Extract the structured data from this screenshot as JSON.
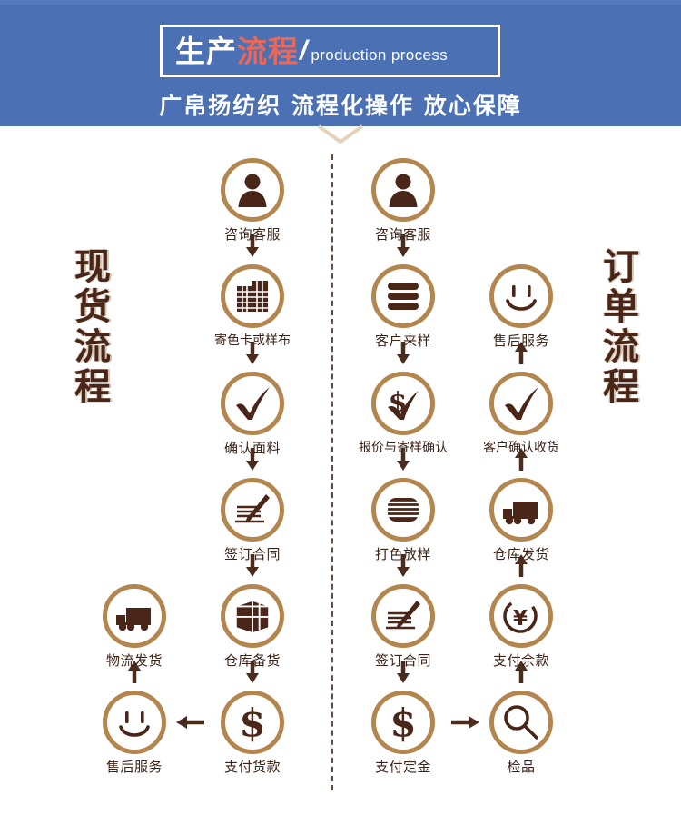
{
  "header": {
    "title_cn_part1": "生产",
    "title_cn_part2": "流程",
    "title_slash": "/",
    "title_en": "production process",
    "subtitle": "广帛扬纺织 流程化操作 放心保障",
    "bg_color": "#4c70b4",
    "accent_red": "#e8685a"
  },
  "side_labels": {
    "left": "现货流程",
    "right": "订单流程"
  },
  "colors": {
    "ring": "#b2864e",
    "icon": "#4a2618",
    "label_text": "#3d2216",
    "arrow": "#4a2c1c",
    "divider": "#4a2c1c"
  },
  "stock_flow": {
    "name": "现货流程",
    "nodes": [
      {
        "label": "咨询客服",
        "icon": "person-icon"
      },
      {
        "label": "寄色卡或样布",
        "icon": "fabric-swatch-grid-icon"
      },
      {
        "label": "确认面料",
        "icon": "checkmark-icon"
      },
      {
        "label": "签订合同",
        "icon": "contract-pen-icon"
      },
      {
        "label": "仓库备货",
        "icon": "box-package-icon"
      },
      {
        "label": "支付货款",
        "icon": "dollar-icon"
      },
      {
        "label": "售后服务",
        "icon": "smiley-icon"
      },
      {
        "label": "物流发货",
        "icon": "truck-icon"
      }
    ]
  },
  "order_flow": {
    "name": "订单流程",
    "nodes": [
      {
        "label": "咨询客服",
        "icon": "person-icon"
      },
      {
        "label": "客户来样",
        "icon": "fabric-stack-icon"
      },
      {
        "label": "报价与寄样确认",
        "icon": "dollar-check-icon"
      },
      {
        "label": "打色放样",
        "icon": "striped-swatch-icon"
      },
      {
        "label": "签订合同",
        "icon": "contract-pen-icon"
      },
      {
        "label": "支付定金",
        "icon": "dollar-icon"
      },
      {
        "label": "检品",
        "icon": "magnifier-icon"
      },
      {
        "label": "支付余款",
        "icon": "yen-icon"
      },
      {
        "label": "仓库发货",
        "icon": "truck-icon"
      },
      {
        "label": "客户确认收货",
        "icon": "checkmark-icon"
      },
      {
        "label": "售后服务",
        "icon": "smiley-icon"
      }
    ]
  }
}
